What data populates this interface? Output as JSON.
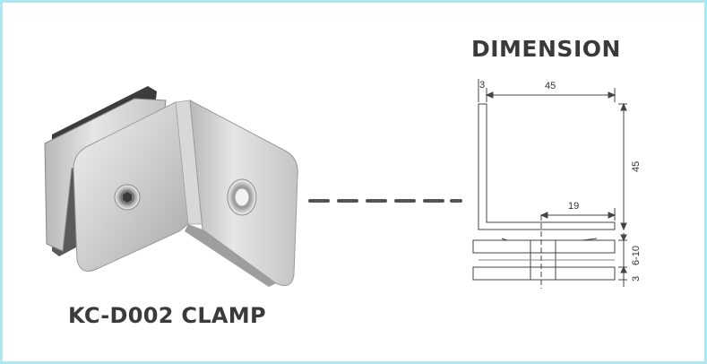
{
  "product": {
    "caption": "KC-D002 CLAMP"
  },
  "drawing": {
    "heading": "DIMENSION",
    "dim_top_thickness": "3",
    "dim_width": "45",
    "dim_height": "45",
    "dim_inner": "19",
    "dim_gap": "6-10",
    "dim_base": "3"
  },
  "colors": {
    "frame_border": "#aee7f1",
    "text": "#3a3a3a",
    "connector": "#555555"
  }
}
